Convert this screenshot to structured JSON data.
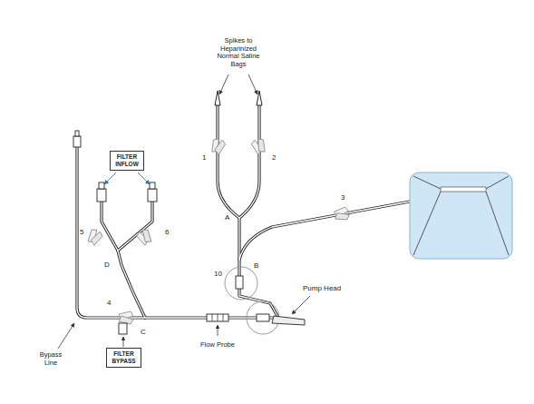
{
  "diagram": {
    "nodes": [
      {
        "text": [
          "FILTER INFLOW"
        ]
      },
      {
        "text": [
          "FILTER BYPASS"
        ]
      }
    ],
    "labels": [
      "Spikes to Heparinized Normal Saline Bags",
      "1",
      "2",
      "A",
      "3",
      "B",
      "10",
      "Pump Head",
      "5",
      "6",
      "D",
      "4",
      "C",
      "Bypass Line",
      "Flow Probe"
    ]
  }
}
